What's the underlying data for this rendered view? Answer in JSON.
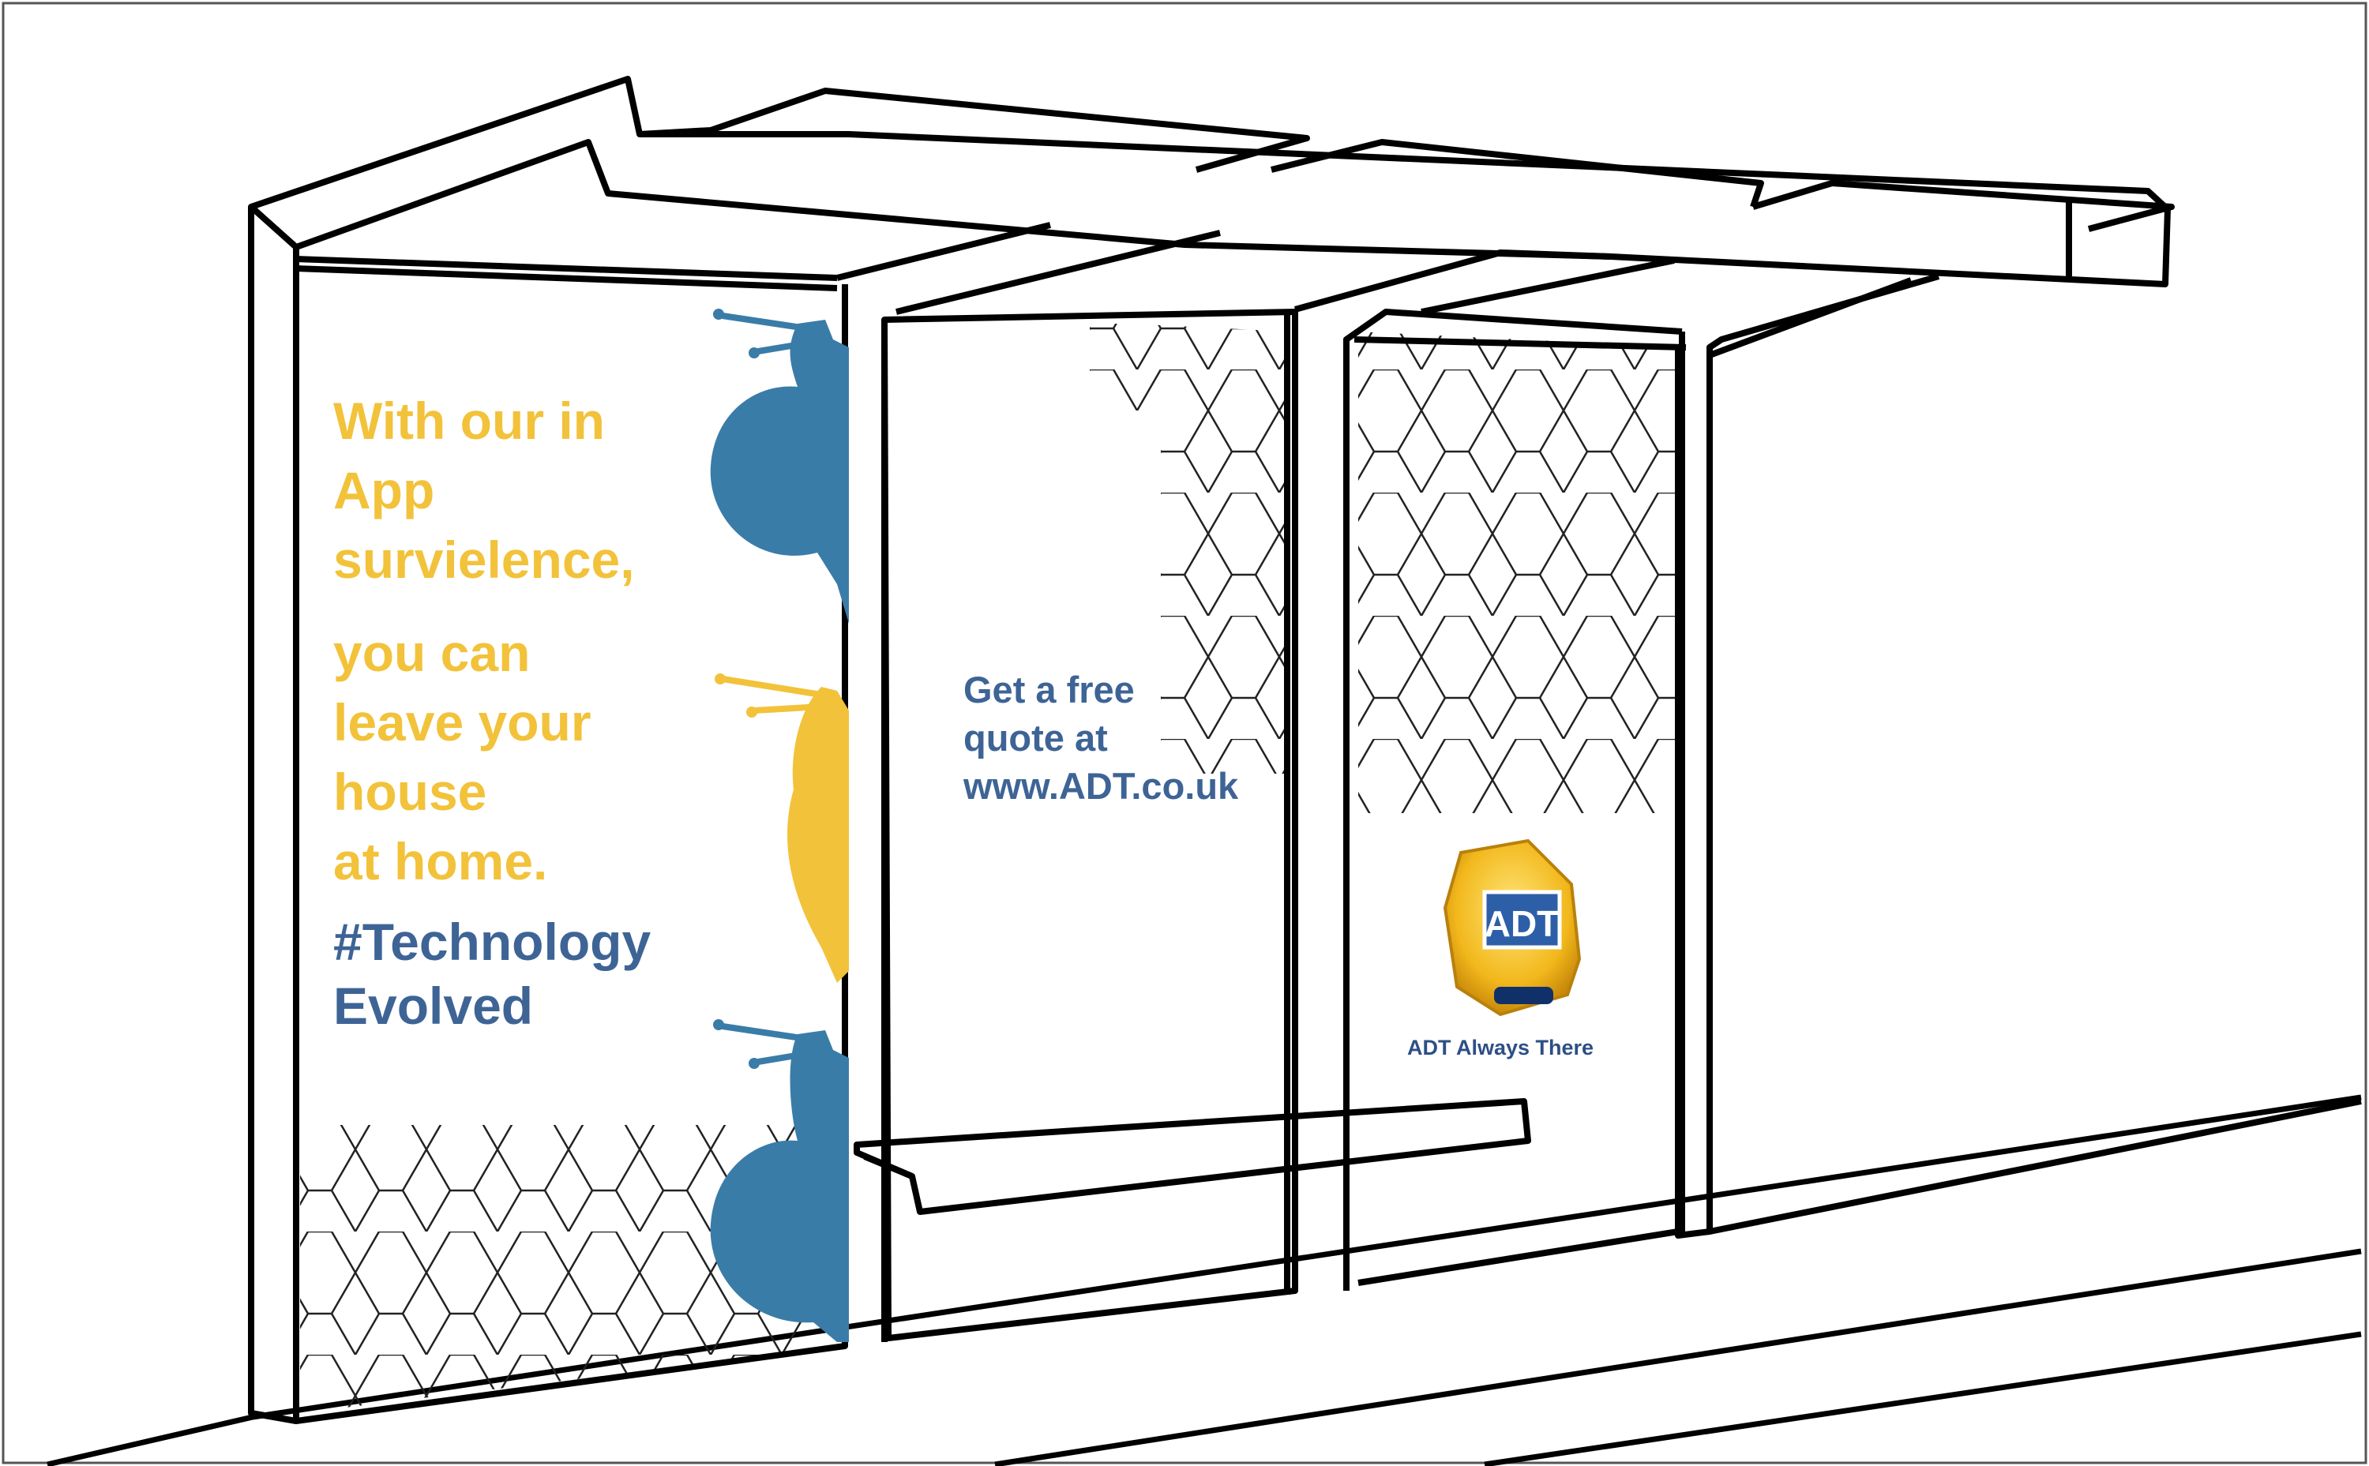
{
  "poster_left": {
    "headline_lines": [
      "With our in",
      "App",
      "survielence,"
    ],
    "body_lines": [
      "you can",
      "leave your",
      "house",
      "at home."
    ],
    "hashtag_lines": [
      "#Technology",
      "Evolved"
    ]
  },
  "poster_middle": {
    "quote_lines": [
      "Get a free",
      "quote at",
      "www.ADT.co.uk"
    ]
  },
  "poster_right": {
    "logo_text": "ADT",
    "tagline": "ADT Always There"
  },
  "colors": {
    "brand_yellow": "#f2c23a",
    "brand_blue": "#3e6496",
    "snail_blue": "#3a7ca8",
    "outline": "#000000"
  }
}
